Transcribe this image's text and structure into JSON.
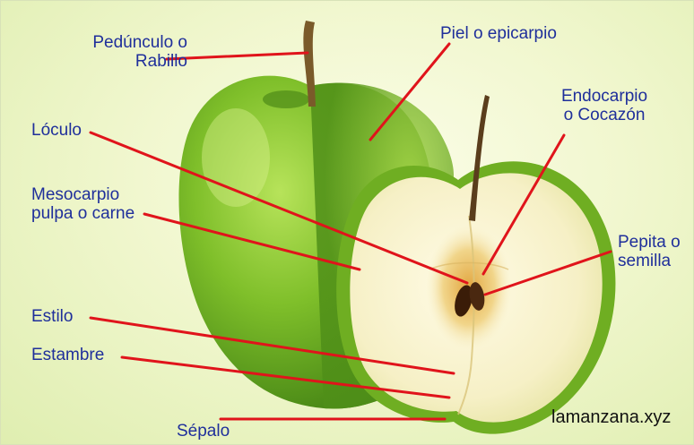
{
  "labels": {
    "peduncle": [
      "Pedúnculo o",
      "Rabillo"
    ],
    "skin": [
      "Piel o epicarpio"
    ],
    "endocarp": [
      "Endocarpio",
      "o Cocazón"
    ],
    "locule": [
      "Lóculo"
    ],
    "mesocarp": [
      "Mesocarpio",
      "pulpa o carne"
    ],
    "seed": [
      "Pepita o",
      "semilla"
    ],
    "style": [
      "Estilo"
    ],
    "stamen": [
      "Estambre"
    ],
    "sepal": [
      "Sépalo"
    ]
  },
  "credit": "lamanzana.xyz",
  "colors": {
    "label_text": "#1f2f9b",
    "pointer_line": "#e0141b",
    "apple_skin": "#7fbf2a",
    "apple_flesh": "#f7f3d2",
    "background": "#eef6c8"
  }
}
